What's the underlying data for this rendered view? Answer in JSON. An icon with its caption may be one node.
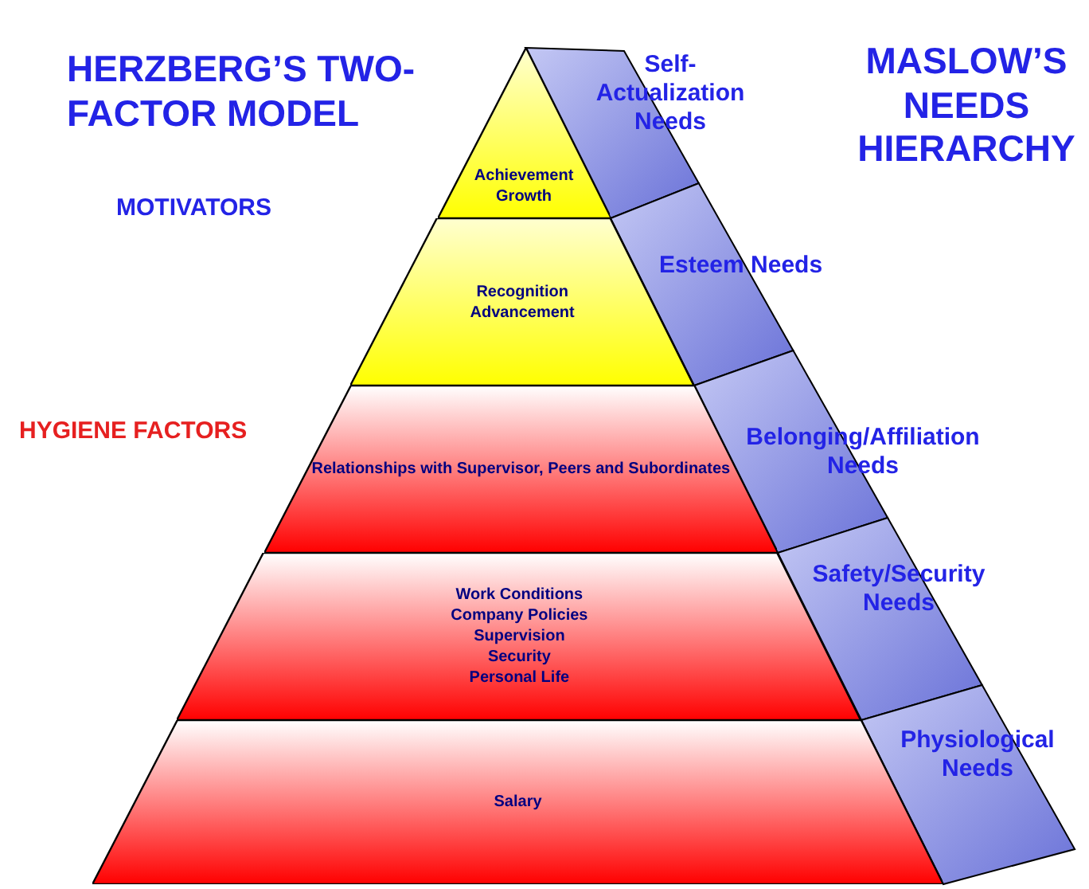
{
  "diagram": {
    "nodes": [
      {
        "text": [
          "Achievement",
          "Growth"
        ]
      },
      {
        "text": [
          "Recognition",
          "Advancement"
        ]
      },
      {
        "text": [
          "Relationships with Supervisor, Peers and Subordinates"
        ]
      },
      {
        "text": [
          "Work Conditions",
          "Company Policies",
          "Supervision",
          "Security",
          "Personal Life"
        ]
      },
      {
        "text": [
          "Salary"
        ]
      }
    ],
    "labels": [
      "HERZBERG’S TWO-FACTOR MODEL",
      "Self-Actualization Needs",
      "MASLOW’S NEEDS HIERARCHY",
      "MOTIVATORS",
      "Esteem Needs",
      "HYGIENE FACTORS",
      "Belonging/Affiliation Needs",
      "Safety/Security Needs",
      "Physiological Needs"
    ]
  }
}
